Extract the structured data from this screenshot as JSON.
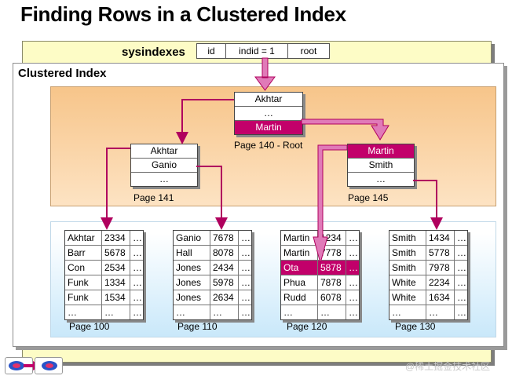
{
  "title": "Finding Rows in a Clustered Index",
  "sysindexes": {
    "label": "sysindexes",
    "columns": [
      "id",
      "indid = 1",
      "root"
    ]
  },
  "clustered_index_label": "Clustered Index",
  "root_page": {
    "rows": [
      "Akhtar",
      "…",
      "Martin"
    ],
    "label": "Page 140 - Root"
  },
  "intermediate_pages": [
    {
      "rows": [
        "Akhtar",
        "Ganio",
        "…"
      ],
      "label": "Page 141"
    },
    {
      "rows": [
        "Martin",
        "Smith",
        "…"
      ],
      "label": "Page 145"
    }
  ],
  "leaf_pages": [
    {
      "label": "Page 100",
      "rows": [
        [
          "Akhtar",
          "2334",
          "…"
        ],
        [
          "Barr",
          "5678",
          "…"
        ],
        [
          "Con",
          "2534",
          "…"
        ],
        [
          "Funk",
          "1334",
          "…"
        ],
        [
          "Funk",
          "1534",
          "…"
        ],
        [
          "…",
          "…",
          "…"
        ]
      ]
    },
    {
      "label": "Page 110",
      "rows": [
        [
          "Ganio",
          "7678",
          "…"
        ],
        [
          "Hall",
          "8078",
          "…"
        ],
        [
          "Jones",
          "2434",
          "…"
        ],
        [
          "Jones",
          "5978",
          "…"
        ],
        [
          "Jones",
          "2634",
          "…"
        ],
        [
          "…",
          "…",
          "…"
        ]
      ]
    },
    {
      "label": "Page 120",
      "rows": [
        [
          "Martin",
          "1234",
          "…"
        ],
        [
          "Martin",
          "7778",
          "…"
        ],
        [
          "Ota",
          "5878",
          "…"
        ],
        [
          "Phua",
          "7878",
          "…"
        ],
        [
          "Rudd",
          "6078",
          "…"
        ],
        [
          "…",
          "…",
          "…"
        ]
      ]
    },
    {
      "label": "Page 130",
      "rows": [
        [
          "Smith",
          "1434",
          "…"
        ],
        [
          "Smith",
          "5778",
          "…"
        ],
        [
          "Smith",
          "7978",
          "…"
        ],
        [
          "White",
          "2234",
          "…"
        ],
        [
          "White",
          "1634",
          "…"
        ],
        [
          "…",
          "…",
          "…"
        ]
      ]
    }
  ],
  "highlight_color": "#c2006a",
  "watermark": "@稀土掘金技术社区"
}
